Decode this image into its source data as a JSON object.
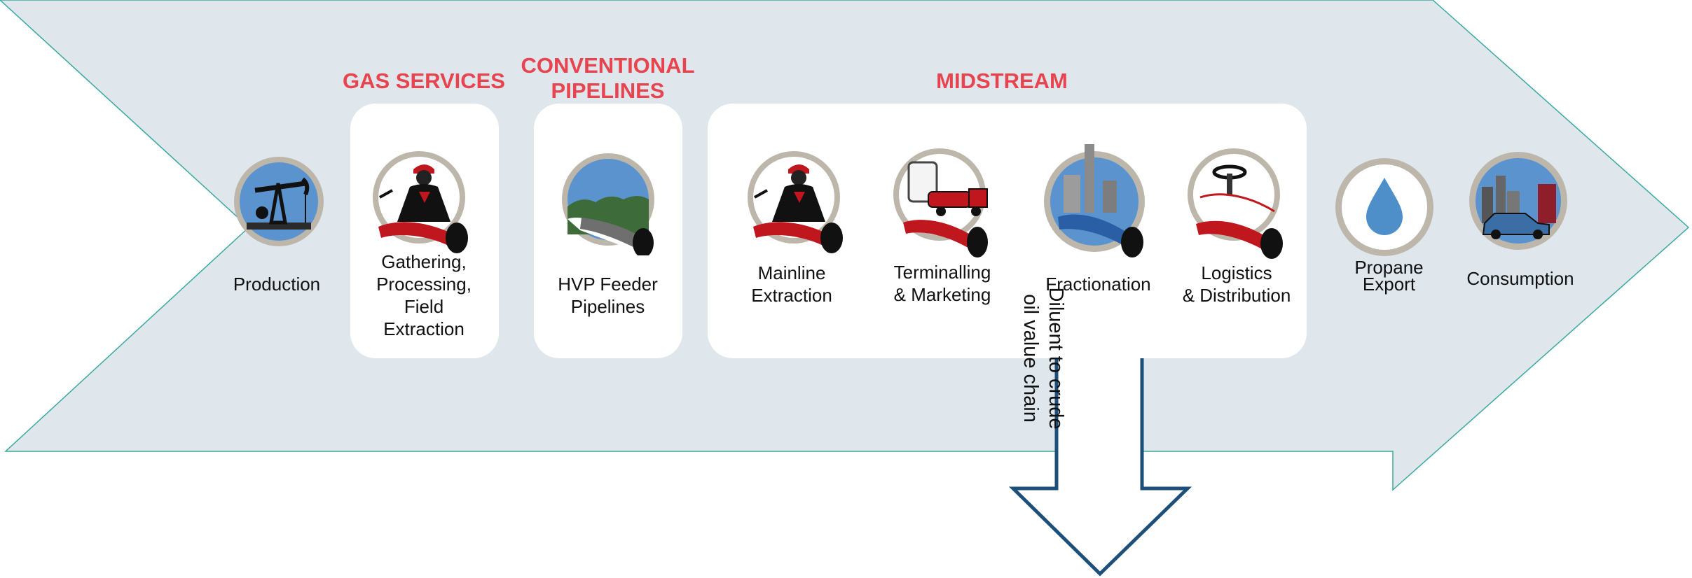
{
  "headings": {
    "gas_services": "GAS SERVICES",
    "conventional_pipelines": "CONVENTIONAL\nPIPELINES",
    "midstream": "MIDSTREAM"
  },
  "stages": {
    "production": "Production",
    "gathering": "Gathering,\nProcessing,\nField\nExtraction",
    "hvp_feeder": "HVP Feeder\nPipelines",
    "mainline_extraction": "Mainline\nExtraction",
    "terminalling": "Terminalling\n& Marketing",
    "fractionation": "Fractionation",
    "logistics": "Logistics\n& Distribution",
    "propane_export": "Propane\nExport",
    "consumption": "Consumption"
  },
  "diluent": "Diluent to crude\noil value chain",
  "icons": {
    "production": "pumpjack-icon",
    "gathering": "worker-pipeline-icon",
    "hvp_feeder": "pipeline-landscape-icon",
    "mainline_extraction": "worker-pipeline-icon",
    "terminalling": "tanker-truck-icon",
    "fractionation": "refinery-icon",
    "logistics": "valve-pipeline-icon",
    "propane_export": "droplet-icon",
    "consumption": "city-car-icon"
  },
  "colors": {
    "band": "#dfe7ec",
    "band_edge": "#3aa9a0",
    "heading": "#e8444f",
    "pipe_red": "#c0161d",
    "arrow_outline": "#1c4f7a",
    "icon_ring": "#bdb6ab",
    "sky": "#5b93cf"
  }
}
